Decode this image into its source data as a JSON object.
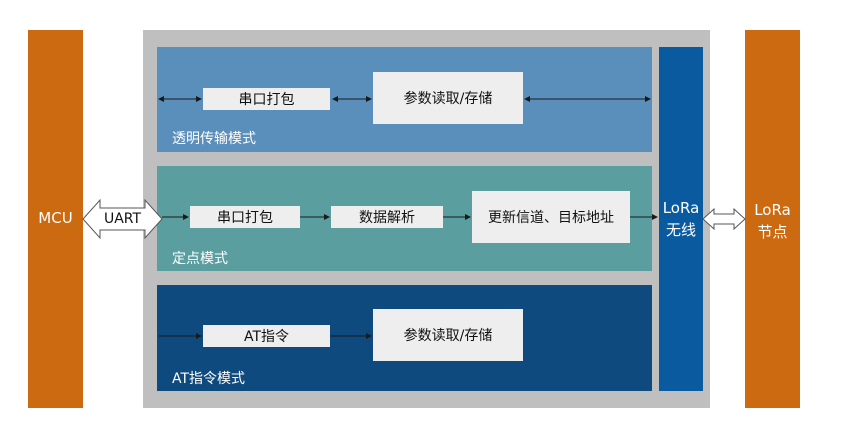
{
  "mcu": {
    "label": "MCU"
  },
  "uart": {
    "label": "UART"
  },
  "lora_node": {
    "line1": "LoRa",
    "line2": "节点"
  },
  "lora_wireless": {
    "line1": "LoRa",
    "line2": "无线"
  },
  "modes": [
    {
      "title": "透明传输模式",
      "boxes": [
        "串口打包",
        "参数读取/存储"
      ]
    },
    {
      "title": "定点模式",
      "boxes": [
        "串口打包",
        "数据解析",
        "更新信道、目标地址"
      ]
    },
    {
      "title": "AT指令模式",
      "boxes": [
        "AT指令",
        "参数读取/存储"
      ]
    }
  ],
  "colors": {
    "orange": "#cc6a12",
    "gray": "#bfbfbf",
    "transparent_mode": "#5b8fbb",
    "fixed_mode": "#5b9ea0",
    "at_mode": "#0f4a7f",
    "lora_bar": "#0a5aa0"
  }
}
